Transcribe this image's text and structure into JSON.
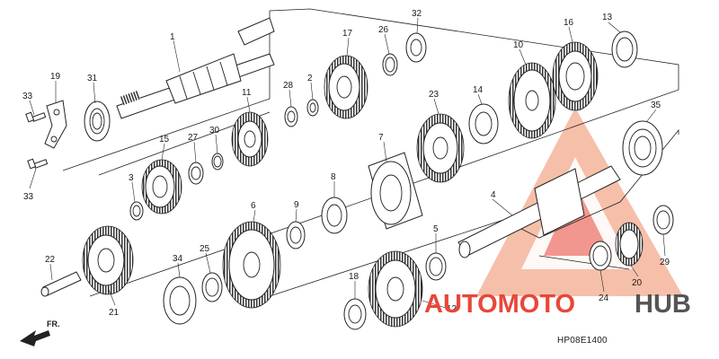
{
  "diagram": {
    "part_numbers": {
      "p1": "1",
      "p2": "2",
      "p3": "3",
      "p4": "4",
      "p5": "5",
      "p6": "6",
      "p7": "7",
      "p8": "8",
      "p9": "9",
      "p10": "10",
      "p11": "11",
      "p12": "12",
      "p13": "13",
      "p14": "14",
      "p15": "15",
      "p16": "16",
      "p17": "17",
      "p18": "18",
      "p19": "19",
      "p20": "20",
      "p21": "21",
      "p22": "22",
      "p23": "23",
      "p24": "24",
      "p25": "25",
      "p26": "26",
      "p27": "27",
      "p28": "28",
      "p29": "29",
      "p30": "30",
      "p31": "31",
      "p32": "32",
      "p33a": "33",
      "p33b": "33",
      "p34": "34",
      "p35": "35"
    },
    "front_indicator": "FR.",
    "drawing_code": "HP08E1400"
  },
  "watermark": {
    "word_part1": "AUTOMOTO",
    "word_part2": "HUB",
    "color_primary": "#e8473a",
    "color_light": "#f4b49a",
    "color_secondary": "#555555"
  }
}
